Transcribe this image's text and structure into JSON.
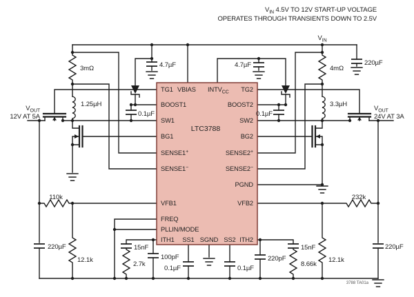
{
  "note": {
    "v": "V",
    "v_sub": "IN",
    "line1_rest": " 4.5V TO 12V START-UP VOLTAGE",
    "line2": "OPERATES THROUGH TRANSIENTS DOWN TO 2.5V"
  },
  "rails": {
    "vin": {
      "v": "V",
      "sub": "IN"
    }
  },
  "outputs": {
    "out1": {
      "v": "V",
      "sub": "OUT",
      "rating": "12V AT 5A"
    },
    "out2": {
      "v": "V",
      "sub": "OUT",
      "rating": "24V AT 3A"
    }
  },
  "chip": {
    "part": "LTC3788",
    "pins": {
      "tg1": "TG1",
      "vbias": "VBIAS",
      "intvcc": {
        "base": "INTV",
        "sub": "CC"
      },
      "tg2": "TG2",
      "boost1": "BOOST1",
      "boost2": "BOOST2",
      "sw1": "SW1",
      "sw2": "SW2",
      "bg1": "BG1",
      "bg2": "BG2",
      "sense1p": {
        "base": "SENSE1",
        "mark": "+"
      },
      "sense1n": {
        "base": "SENSE1",
        "mark": "−"
      },
      "sense2p": {
        "base": "SENSE2",
        "mark": "+"
      },
      "sense2n": {
        "base": "SENSE2",
        "mark": "−"
      },
      "pgnd": "PGND",
      "vfb1": "VFB1",
      "vfb2": "VFB2",
      "freq": "FREQ",
      "pllin_mode": "PLLIN/MODE",
      "ith1": "ITH1",
      "ss1": "SS1",
      "sgnd": "SGND",
      "ss2": "SS2",
      "ith2": "ITH2"
    }
  },
  "components": {
    "rsense1": "3mΩ",
    "l1": "1.25µH",
    "rsense2": "4mΩ",
    "l2": "3.3µH",
    "cin": "220µF",
    "cbias": "4.7µF",
    "cintvcc": "4.7µF",
    "cboost1": "0.1µF",
    "cboost2": "0.1µF",
    "rfb1_top": "110k",
    "rfb1_bot": "12.1k",
    "rfb2_top": "232k",
    "rfb2_bot": "12.1k",
    "cout1": "220µF",
    "cout2": "220µF",
    "cith1": "15nF",
    "rith1": "2.7k",
    "cith1b": "100pF",
    "css1": "0.1µF",
    "css2": "0.1µF",
    "cith2b": "220pF",
    "cith2": "15nF",
    "rith2": "8.66k"
  },
  "watermark": "3788 TA01a",
  "colors": {
    "chip_fill": "#ecbcb2",
    "chip_border": "#7e3b35",
    "wire": "#1c1c1c"
  }
}
